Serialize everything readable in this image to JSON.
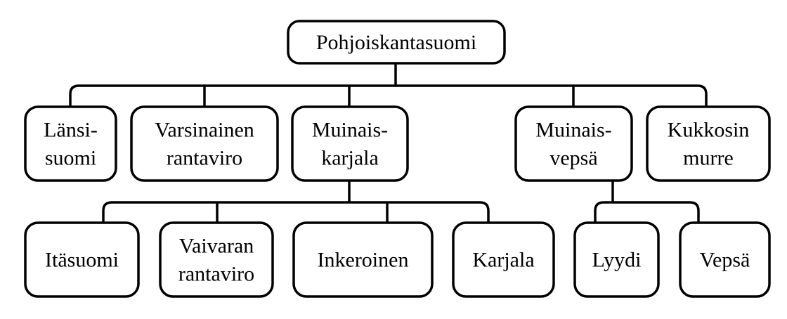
{
  "title": "Pohjoiskantasuomi",
  "level1": [
    {
      "lines": [
        "Länsi-",
        "suomi"
      ]
    },
    {
      "lines": [
        "Varsinainen",
        "rantaviro"
      ]
    },
    {
      "lines": [
        "Muinais-",
        "karjala"
      ]
    },
    {
      "lines": [
        "Muinais-",
        "vepsä"
      ]
    },
    {
      "lines": [
        "Kukkosin",
        "murre"
      ]
    }
  ],
  "level2_karjala": [
    {
      "lines": [
        "Itäsuomi"
      ]
    },
    {
      "lines": [
        "Vaivaran",
        "rantaviro"
      ]
    },
    {
      "lines": [
        "Inkeroinen"
      ]
    },
    {
      "lines": [
        "Karjala"
      ]
    }
  ],
  "level2_vepsa": [
    {
      "lines": [
        "Lyydi"
      ]
    },
    {
      "lines": [
        "Vepsä"
      ]
    }
  ]
}
